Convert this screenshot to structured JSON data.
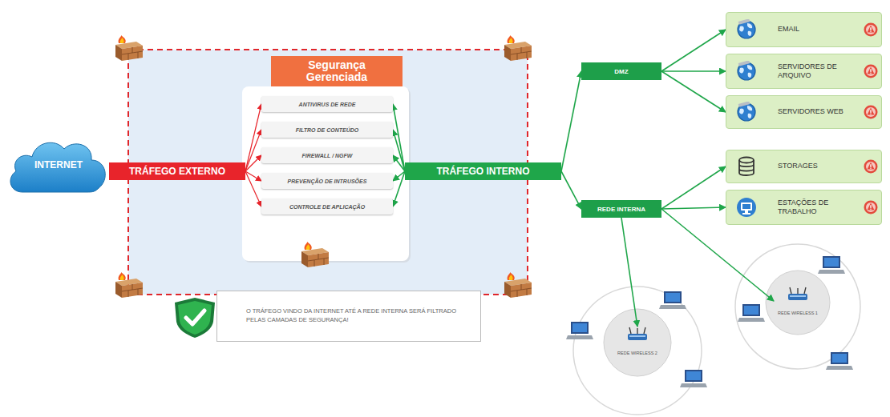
{
  "diagram": {
    "nodes": [
      {
        "text": [
          "INTERNET"
        ]
      },
      {
        "text": [
          "TRÁFEGO EXTERNO"
        ]
      },
      {
        "text": [
          "Segurança Gerenciada"
        ]
      },
      {
        "text": [
          "ANTIVIRUS DE REDE"
        ]
      },
      {
        "text": [
          "FILTRO DE CONTEÚDO"
        ]
      },
      {
        "text": [
          "FIREWALL / NGFW"
        ]
      },
      {
        "text": [
          "PREVENÇÃO DE INTRUSÕES"
        ]
      },
      {
        "text": [
          "CONTROLE DE APLICAÇÃO"
        ]
      },
      {
        "text": [
          "TRÁFEGO INTERNO"
        ]
      },
      {
        "text": [
          "DMZ"
        ]
      },
      {
        "text": [
          "EMAIL"
        ]
      },
      {
        "text": [
          "SERVIDORES DE ARQUIVO"
        ]
      },
      {
        "text": [
          "SERVIDORES WEB"
        ]
      },
      {
        "text": [
          "REDE INTERNA"
        ]
      },
      {
        "text": [
          "STORAGES"
        ]
      },
      {
        "text": [
          "ESTAÇÕES DE TRABALHO"
        ]
      },
      {
        "text": [
          "REDE WIRELESS 2"
        ]
      },
      {
        "text": [
          "REDE WIRELESS 1"
        ]
      },
      {
        "text": [
          "O TRÁFEGO VINDO DA INTERNET ATÉ A REDE INTERNA SERÁ FILTRADO PELAS CAMADAS DE SEGURANÇA!"
        ]
      }
    ],
    "edges": [
      {
        "from": 1,
        "to": 3,
        "arrow": "to"
      },
      {
        "from": 1,
        "to": 4,
        "arrow": "to"
      },
      {
        "from": 1,
        "to": 5,
        "arrow": "to"
      },
      {
        "from": 1,
        "to": 6,
        "arrow": "to"
      },
      {
        "from": 1,
        "to": 7,
        "arrow": "to"
      },
      {
        "from": 8,
        "to": 3,
        "arrow": "to"
      },
      {
        "from": 8,
        "to": 4,
        "arrow": "to"
      },
      {
        "from": 8,
        "to": 5,
        "arrow": "to"
      },
      {
        "from": 8,
        "to": 6,
        "arrow": "to"
      },
      {
        "from": 8,
        "to": 7,
        "arrow": "to"
      },
      {
        "from": 8,
        "to": 9,
        "arrow": "to"
      },
      {
        "from": 8,
        "to": 13,
        "arrow": "to"
      },
      {
        "from": 9,
        "to": 10,
        "arrow": "to"
      },
      {
        "from": 9,
        "to": 11,
        "arrow": "to"
      },
      {
        "from": 9,
        "to": 12,
        "arrow": "to"
      },
      {
        "from": 13,
        "to": 14,
        "arrow": "to"
      },
      {
        "from": 13,
        "to": 15,
        "arrow": "to"
      },
      {
        "from": 13,
        "to": 16,
        "arrow": "to"
      },
      {
        "from": 13,
        "to": 17,
        "arrow": "to"
      }
    ]
  }
}
